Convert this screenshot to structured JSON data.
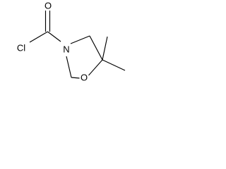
{
  "molecule": {
    "atoms": {
      "oxygen_carbonyl": "O",
      "chlorine": "Cl",
      "nitrogen": "N",
      "oxygen_ring": "O"
    }
  }
}
